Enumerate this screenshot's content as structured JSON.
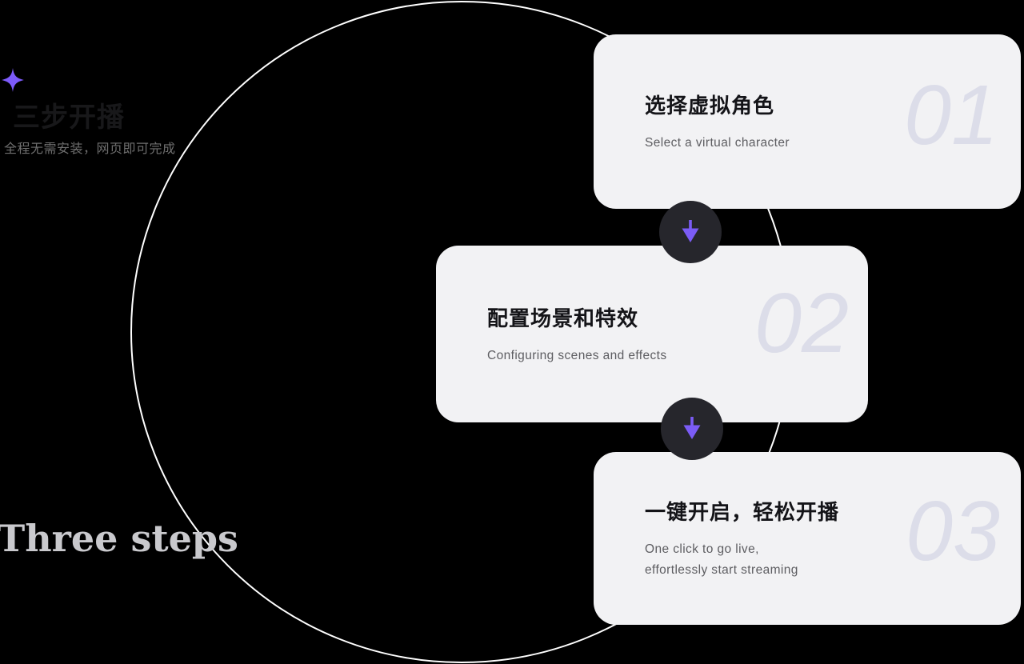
{
  "theme": {
    "page-bg": "#000000",
    "circle-line": "#ffffff",
    "card-bg": "#f2f2f4",
    "card-title": "#141418",
    "card-subtitle": "#5d5d61",
    "card-number": "#dcdde9",
    "arrow-bg": "#26262c",
    "arrow-fg": "#7b5cf6",
    "accent": "#7d5bfb",
    "heading": "#18181a",
    "heading-sub": "#6f6f6f",
    "caption": "#c9c9cd"
  },
  "header": {
    "title": "三步开播",
    "subtitle": "全程无需安装，网页即可完成",
    "caption": "Three steps"
  },
  "steps": [
    {
      "number": "01",
      "title": "选择虚拟角色",
      "subtitle": "Select a virtual character"
    },
    {
      "number": "02",
      "title": "配置场景和特效",
      "subtitle": "Configuring scenes and effects"
    },
    {
      "number": "03",
      "title": "一键开启，轻松开播",
      "subtitle": "One click to go live,\neffortlessly start streaming"
    }
  ]
}
